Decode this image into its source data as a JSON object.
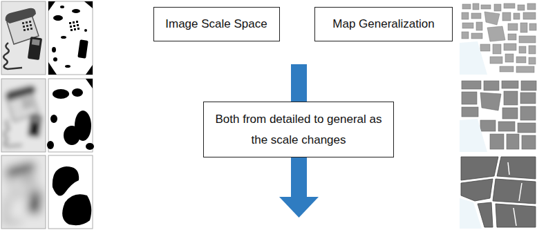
{
  "diagram": {
    "nodes": [
      {
        "text": [
          "Image Scale Space"
        ]
      },
      {
        "text": [
          "Map Generalization"
        ]
      },
      {
        "text": [
          "Both from detailed to general as the scale changes"
        ]
      }
    ]
  }
}
